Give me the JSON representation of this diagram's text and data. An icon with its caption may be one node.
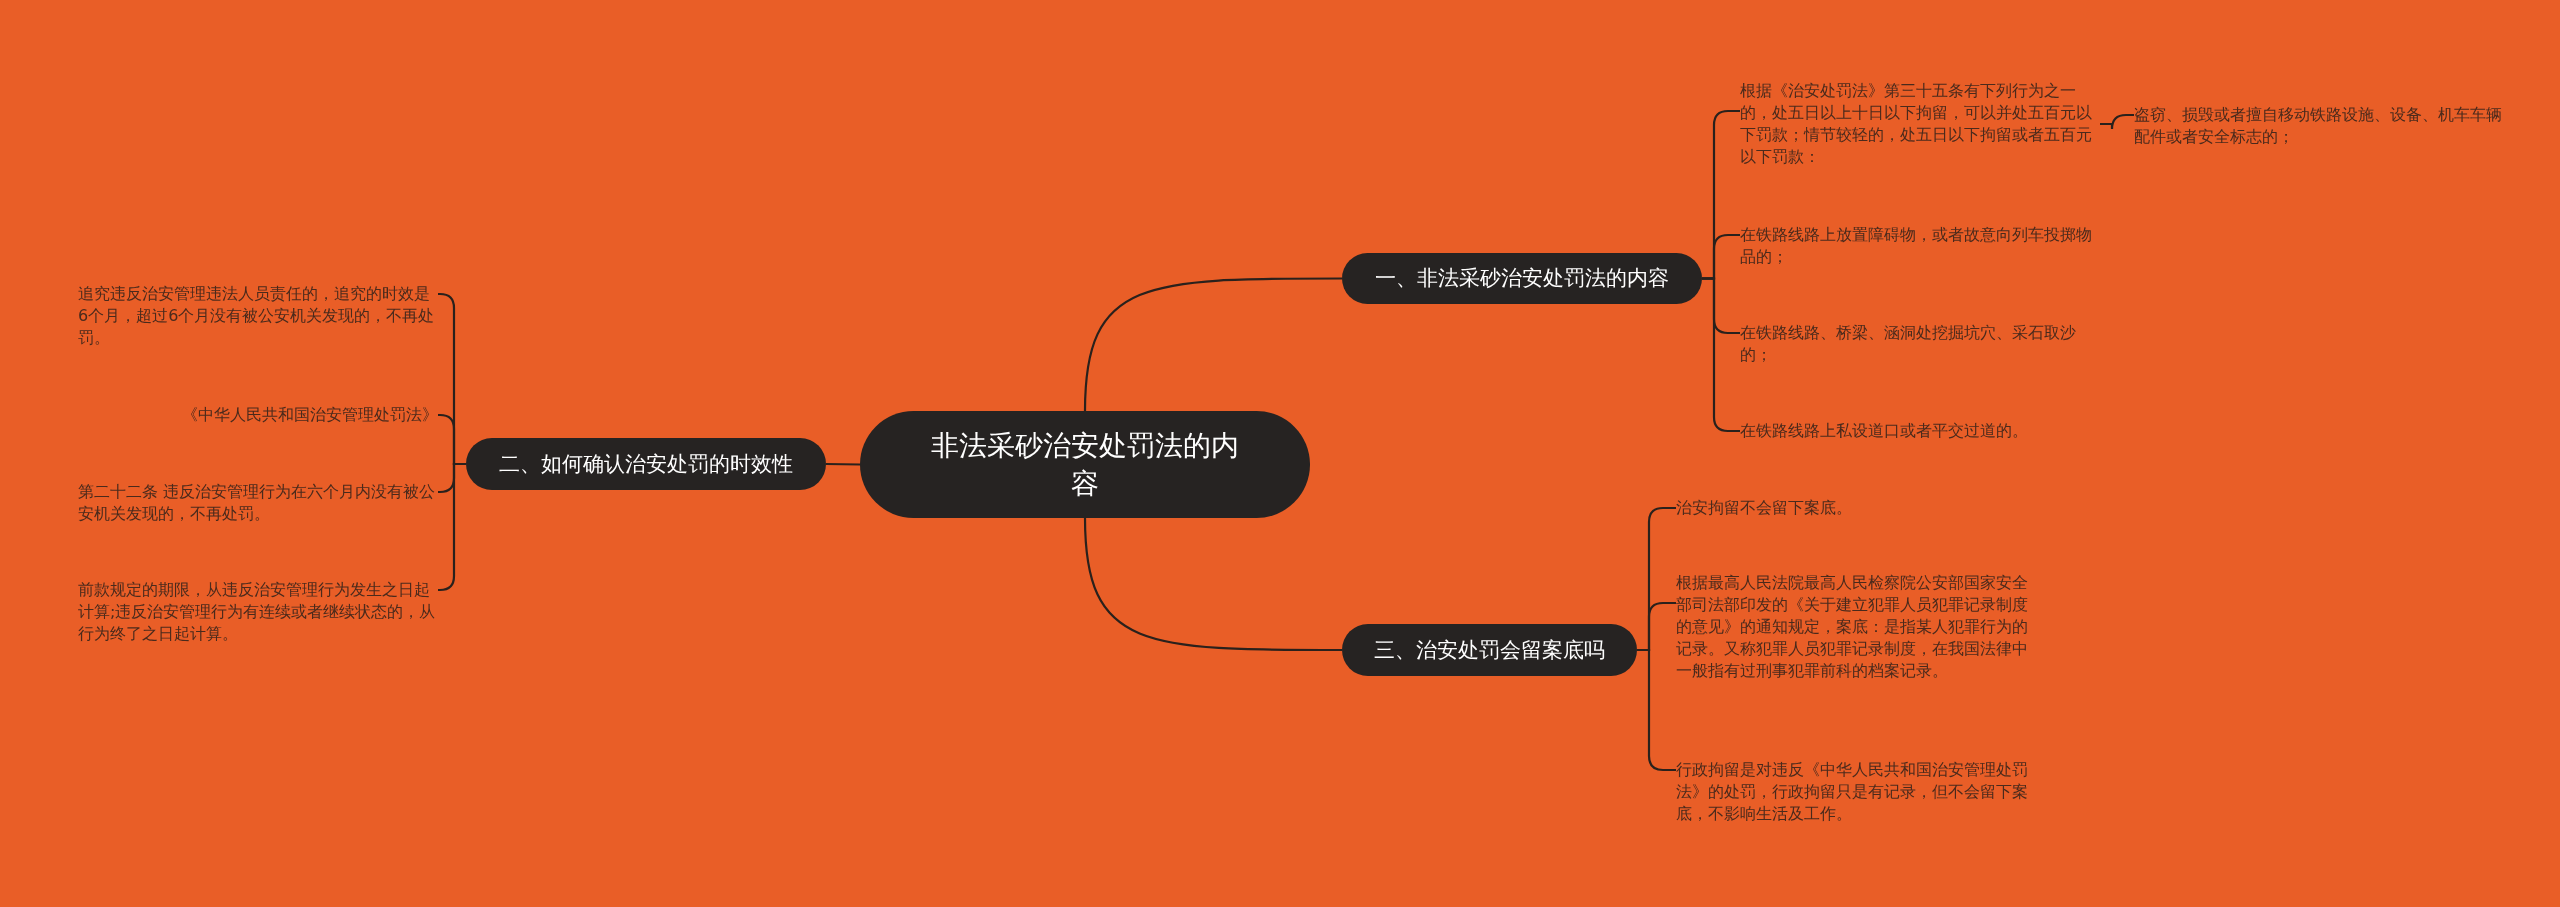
{
  "diagram": {
    "nodes": [
      {
        "text": [
          "非法采砂治安处罚法的内容"
        ]
      },
      {
        "text": [
          "一、非法采砂治安处罚法的内容"
        ]
      },
      {
        "text": [
          "根据《治安处罚法》第三十五条有下列行为之一的，处五日以上十日以下拘留，可以并处五百元以下罚款；情节较轻的，处五日以下拘留或者五百元以下罚款："
        ]
      },
      {
        "text": [
          "在铁路线路上放置障碍物，或者故意向列车投掷物品的；"
        ]
      },
      {
        "text": [
          "在铁路线路、桥梁、涵洞处挖掘坑穴、采石取沙的；"
        ]
      },
      {
        "text": [
          "在铁路线路上私设道口或者平交过道的。"
        ]
      },
      {
        "text": [
          "盗窃、损毁或者擅自移动铁路设施、设备、机车车辆配件或者安全标志的；"
        ]
      },
      {
        "text": [
          "二、如何确认治安处罚的时效性"
        ]
      },
      {
        "text": [
          "追究违反治安管理违法人员责任的，追究的时效是6个月，超过6个月没有被公安机关发现的，不再处罚。"
        ]
      },
      {
        "text": [
          "《中华人民共和国治安管理处罚法》"
        ]
      },
      {
        "text": [
          "第二十二条 违反治安管理行为在六个月内没有被公安机关发现的，不再处罚。"
        ]
      },
      {
        "text": [
          "前款规定的期限，从违反治安管理行为发生之日起计算;违反治安管理行为有连续或者继续状态的，从行为终了之日起计算。"
        ]
      },
      {
        "text": [
          "三、治安处罚会留案底吗"
        ]
      },
      {
        "text": [
          "治安拘留不会留下案底。"
        ]
      },
      {
        "text": [
          "根据最高人民法院最高人民检察院公安部国家安全部司法部印发的《关于建立犯罪人员犯罪记录制度的意见》的通知规定，案底：是指某人犯罪行为的记录。又称犯罪人员犯罪记录制度，在我国法律中一般指有过刑事犯罪前科的档案记录。"
        ]
      },
      {
        "text": [
          "行政拘留是对违反《中华人民共和国治安管理处罚法》的处罚，行政拘留只是有记录，但不会留下案底，不影响生活及工作。"
        ]
      }
    ],
    "edges": [
      {
        "from": 0,
        "to": 1,
        "arrow": "none"
      },
      {
        "from": 1,
        "to": 2,
        "arrow": "none"
      },
      {
        "from": 1,
        "to": 3,
        "arrow": "none"
      },
      {
        "from": 1,
        "to": 4,
        "arrow": "none"
      },
      {
        "from": 1,
        "to": 5,
        "arrow": "none"
      },
      {
        "from": 2,
        "to": 6,
        "arrow": "none"
      },
      {
        "from": 0,
        "to": 7,
        "arrow": "none"
      },
      {
        "from": 7,
        "to": 8,
        "arrow": "none"
      },
      {
        "from": 7,
        "to": 9,
        "arrow": "none"
      },
      {
        "from": 7,
        "to": 10,
        "arrow": "none"
      },
      {
        "from": 7,
        "to": 11,
        "arrow": "none"
      },
      {
        "from": 0,
        "to": 12,
        "arrow": "none"
      },
      {
        "from": 12,
        "to": 13,
        "arrow": "none"
      },
      {
        "from": 12,
        "to": 14,
        "arrow": "none"
      },
      {
        "from": 12,
        "to": 15,
        "arrow": "none"
      }
    ]
  }
}
